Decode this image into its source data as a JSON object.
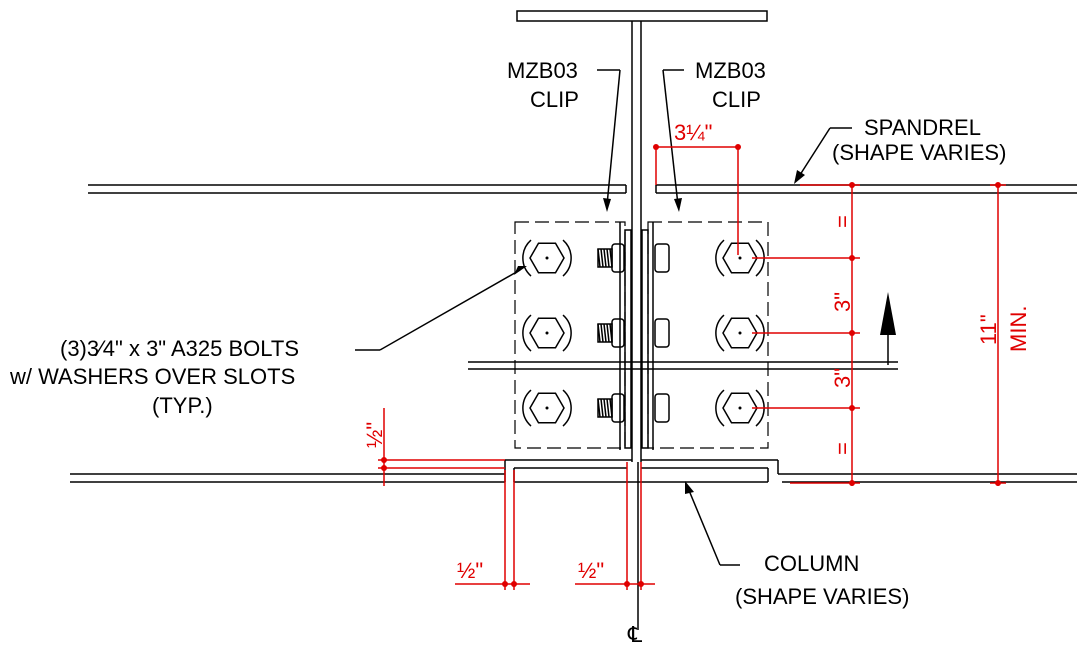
{
  "labels": {
    "clip_left_1": "MZB03",
    "clip_left_2": "CLIP",
    "clip_right_1": "MZB03",
    "clip_right_2": "CLIP",
    "spandrel_1": "SPANDREL",
    "spandrel_2": "(SHAPE VARIES)",
    "bolts_1": "(3)3⁄4\" x 3\" A325 BOLTS",
    "bolts_2": "w/ WASHERS OVER SLOTS",
    "bolts_3": "(TYP.)",
    "column_1": "COLUMN",
    "column_2": "(SHAPE VARIES)",
    "centerline": "℄"
  },
  "dimensions": {
    "top_edge": "3¼\"",
    "equal_top": "=",
    "spacing_1": "3\"",
    "spacing_2": "3\"",
    "equal_bottom": "=",
    "overall": "11\"",
    "overall_note": "MIN.",
    "vertical_gap": "½\"",
    "bottom_left": "½\"",
    "bottom_mid": "½\""
  },
  "colors": {
    "linework": "#000000",
    "dimension": "#e00000"
  }
}
